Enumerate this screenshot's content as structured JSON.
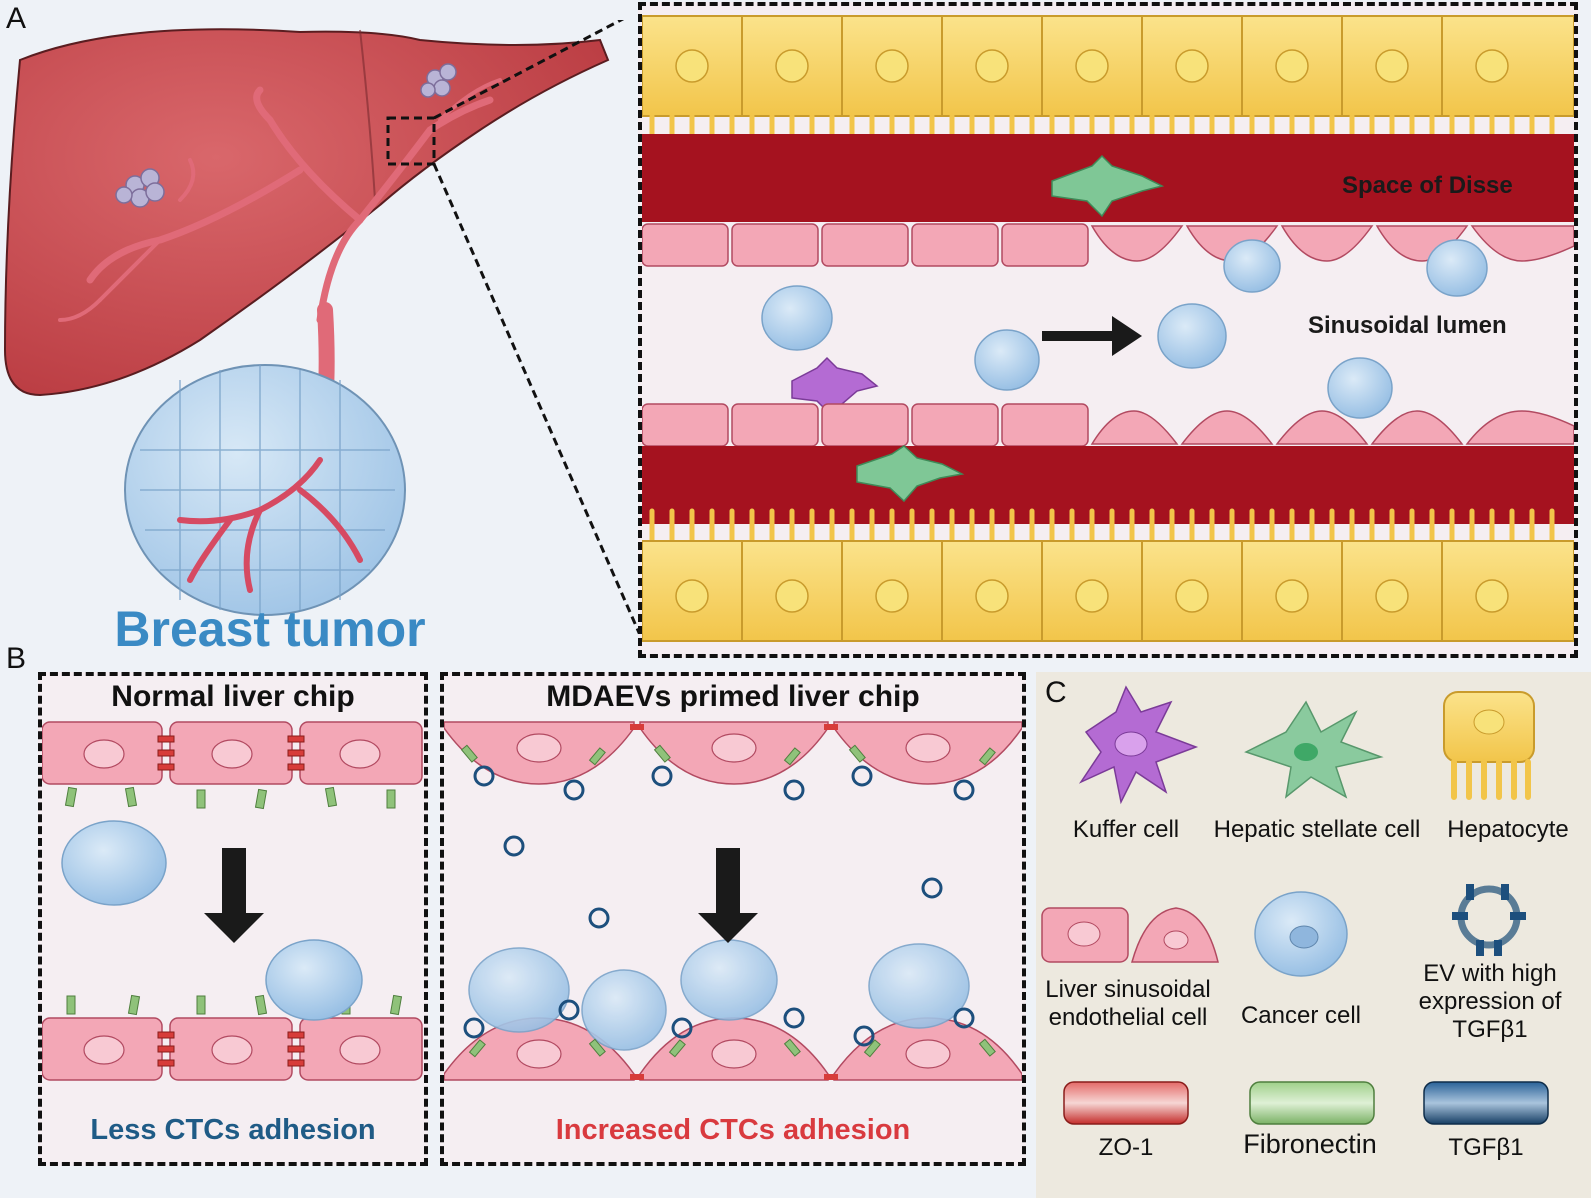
{
  "panelA": {
    "letter": "A",
    "tumor_label": "Breast tumor",
    "space_label": "Space of Disse",
    "lumen_label": "Sinusoidal lumen"
  },
  "panelB": {
    "letter": "B",
    "left_title": "Normal liver chip",
    "left_caption": "Less CTCs adhesion",
    "right_title": "MDAEVs primed liver chip",
    "right_caption": "Increased CTCs adhesion"
  },
  "panelC": {
    "letter": "C",
    "legend": {
      "kuffer": "Kuffer cell",
      "stellate": "Hepatic stellate cell",
      "hepatocyte": "Hepatocyte",
      "lsec": "Liver sinusoidal endothelial cell",
      "cancer": "Cancer cell",
      "ev": "EV with high expression of TGFβ1",
      "zo1": "ZO-1",
      "fibronectin": "Fibronectin",
      "tgfb1": "TGFβ1"
    }
  },
  "colors": {
    "liver": "#c94b52",
    "blood": "#a5121f",
    "hepatocyte": "#f7d46a",
    "endothelial": "#f3a7b6",
    "cancer": "#a9cbe8",
    "tumor_text": "#3a8ac4",
    "less_text": "#1f5b86",
    "increased_text": "#d93a3f",
    "zo1": "#d73c3a",
    "fibronectin": "#8fc27a",
    "tgfb1": "#1d4f7d",
    "kuffer": "#b46bd3",
    "stellate": "#79c593",
    "legend_bg": "#ede9df"
  }
}
